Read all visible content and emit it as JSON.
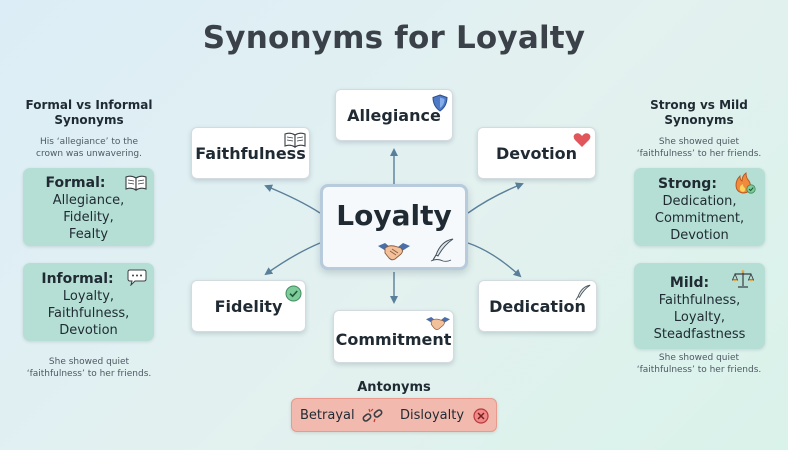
{
  "title": "Synonyms for Loyalty",
  "center": {
    "word": "Loyalty",
    "icons": [
      "handshake-icon",
      "quill-icon"
    ]
  },
  "nodes": {
    "allegiance": {
      "label": "Allegiance",
      "icon": "shield-icon"
    },
    "faithfulness": {
      "label": "Faithfulness",
      "icon": "book-icon"
    },
    "devotion": {
      "label": "Devotion",
      "icon": "heart-icon"
    },
    "fidelity": {
      "label": "Fidelity",
      "icon": "check-circle-icon"
    },
    "commitment": {
      "label": "Commitment",
      "icon": "handshake-icon"
    },
    "dedication": {
      "label": "Dedication",
      "icon": "quill-icon"
    }
  },
  "left_panel": {
    "heading_line1": "Formal vs Informal",
    "heading_line2": "Synonyms",
    "example_top_line1": "His ‘allegiance’ to the",
    "example_top_line2": "crown was unwavering.",
    "formal": {
      "label": "Formal:",
      "line1": "Allegiance,",
      "line2": "Fidelity,",
      "line3": "Fealty"
    },
    "informal": {
      "label": "Informal:",
      "line1": "Loyalty,",
      "line2": "Faithfulness,",
      "line3": "Devotion"
    },
    "example_bottom_line1": "She showed quiet",
    "example_bottom_line2": "‘faithfulness’ to her friends."
  },
  "right_panel": {
    "heading_line1": "Strong vs Mild",
    "heading_line2": "Synonyms",
    "example_top_line1": "She showed quiet",
    "example_top_line2": "‘faithfulness’ to her friends.",
    "strong": {
      "label": "Strong:",
      "line1": "Dedication,",
      "line2": "Commitment,",
      "line3": "Devotion"
    },
    "mild": {
      "label": "Mild:",
      "line1": "Faithfulness,",
      "line2": "Loyalty,",
      "line3": "Steadfastness"
    },
    "example_bottom_line1": "She showed quiet",
    "example_bottom_line2": "‘faithfulness’ to her friends."
  },
  "antonyms": {
    "title": "Antonyms",
    "items": [
      {
        "label": "Betrayal",
        "icon": "broken-chain-icon"
      },
      {
        "label": "Disloyalty",
        "icon": "x-circle-icon"
      }
    ]
  },
  "colors": {
    "card_bg": "#b5dfd4",
    "antonym_bg": "#f2b9ae",
    "arrow": "#5a7f9a"
  }
}
